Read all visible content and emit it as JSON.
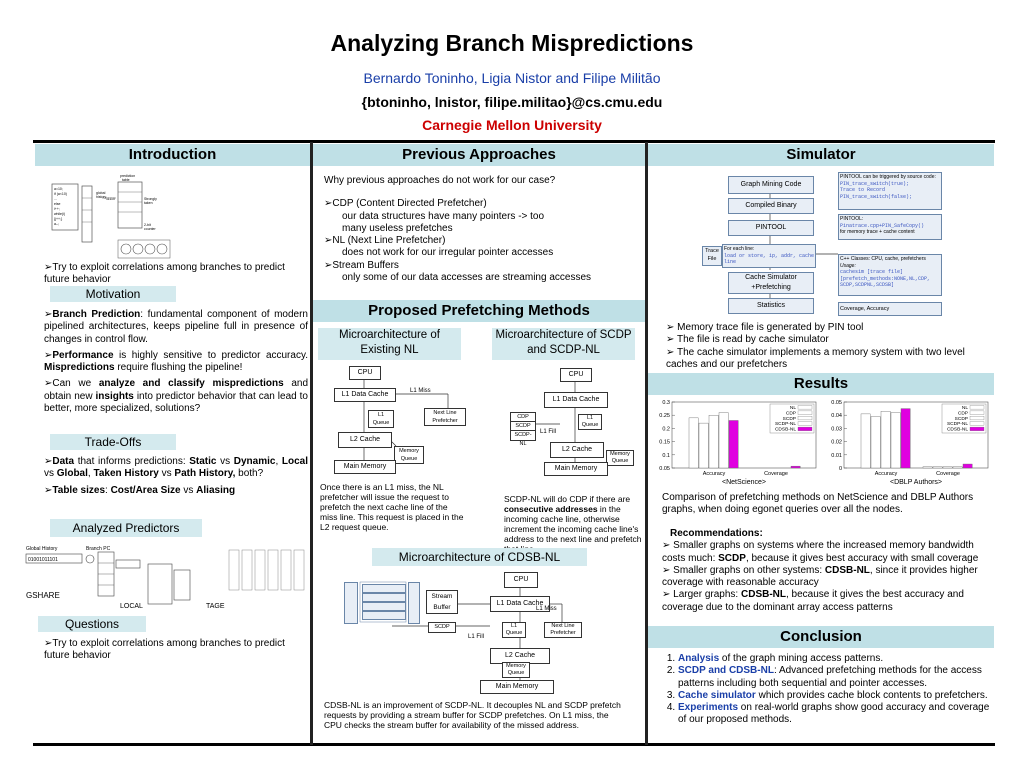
{
  "header": {
    "title": "Analyzing Branch Mispredictions",
    "authors": "Bernardo Toninho, Ligia Nistor and Filipe Militão",
    "emails": "{btoninho, lnistor, filipe.militao}@cs.cmu.edu",
    "university": "Carnegie Mellon University"
  },
  "intro": {
    "title": "Introduction",
    "bullet1": "Try to exploit correlations among branches to predict future behavior",
    "motivation_title": "Motivation",
    "m1_b": "Branch Prediction",
    "m1_t": ": fundamental component of modern pipelined architectures, keeps pipeline full in presence of changes in control flow.",
    "m2_b": "Performance",
    "m2_t": " is highly sensitive to predictor accuracy. ",
    "m2_b2": "Mispredictions",
    "m2_t2": " require flushing the pipeline!",
    "m3_t": "Can we ",
    "m3_b": "analyze and classify mispredictions",
    "m3_t2": " and obtain new ",
    "m3_b2": "insights",
    "m3_t3": " into predictor behavior that can lead to better, more specialized, solutions?",
    "tradeoffs_title": "Trade-Offs",
    "t1_b1": "Data",
    "t1_t1": " that informs predictions: ",
    "t1_b2": "Static",
    "t1_t2": " vs ",
    "t1_b3": "Dynamic",
    "t1_t3": ", ",
    "t1_b4": "Local",
    "t1_t4": " vs ",
    "t1_b5": "Global",
    "t1_t5": ", ",
    "t1_b6": "Taken History",
    "t1_t6": " vs ",
    "t1_b7": "Path History,",
    "t1_t7": " both?",
    "t2_b1": "Table sizes",
    "t2_t1": ": ",
    "t2_b2": "Cost/Area Size",
    "t2_t2": " vs ",
    "t2_b3": "Aliasing",
    "analyzed_title": "Analyzed Predictors",
    "gshare_label": "GSHARE",
    "local_label": "LOCAL",
    "tage_label": "TAGE",
    "global_history": "Global History",
    "history_bits": "01001011101",
    "branch_pc": "Branch PC",
    "questions_title": "Questions",
    "q1": "Try to exploit correlations among branches to predict future behavior"
  },
  "previous": {
    "title": "Previous Approaches",
    "question": "Why previous approaches do not work for our case?",
    "cdp": "CDP (Content Directed Prefetcher)",
    "cdp_d1": "our data structures have many pointers -> too",
    "cdp_d2": "many useless prefetches",
    "nl": "NL (Next Line Prefetcher)",
    "nl_d": "does not work for our irregular pointer accesses",
    "sb": "Stream Buffers",
    "sb_d": "only some of our data accesses are streaming accesses"
  },
  "proposed": {
    "title": "Proposed Prefetching Methods",
    "sub_nl": "Microarchitecture of Existing NL",
    "sub_scdp": "Microarchitecture of SCDP and SCDP-NL",
    "cpu": "CPU",
    "l1": "L1 Data Cache",
    "l1_queue": "L1 Queue",
    "l1_miss": "L1 Miss",
    "nl_pref": "Next Line Prefetcher",
    "l2": "L2 Cache",
    "mem_queue": "Memory Queue",
    "main_mem": "Main Memory",
    "cdp": "CDP",
    "scdp": "SCDP",
    "scdp_nl": "SCDP-NL",
    "l1_fill": "L1 Fill",
    "stream_buffer": "Stream Buffer",
    "cap_nl": "Once there is an L1 miss, the NL prefetcher will issue the request to prefetch the next cache line of the miss line. This request is placed in the L2 request queue.",
    "cap_scdp_1": "SCDP-NL will do CDP if there are ",
    "cap_scdp_b": "consecutive addresses",
    "cap_scdp_2": " in the incoming cache line, otherwise increment the incoming cache line's address to the next line and prefetch that line.",
    "sub_cdsb": "Microarchitecture of CDSB-NL",
    "cap_cdsb": "CDSB-NL is an improvement of SCDP-NL. It decouples NL and SCDP prefetch requests by providing a stream buffer for SCDP prefetches. On L1 miss, the CPU checks the stream buffer for availability of the missed address."
  },
  "simulator": {
    "title": "Simulator",
    "graph_mining": "Graph Mining Code",
    "compiled": "Compiled Binary",
    "pintool": "PINTOOL",
    "trace_file": "Trace File",
    "cache_sim": "Cache Simulator +Prefetching",
    "statistics": "Statistics",
    "note1_t": "PINTOOL can be triggered by source code:",
    "note1_c1": "PIN_trace_switch(true);",
    "note1_c2": "Trace to Record",
    "note1_c3": "PIN_trace_switch(false);",
    "note2_t": "PINTOOL:",
    "note2_c": "Pinatrace.cpp+PIN_SafeCopy()",
    "note2_t2": "for memory trace + cache content",
    "note3_t": "For each line:",
    "note3_c": "load or store, ip, addr, cache line",
    "note4_t": "C++ Classes: CPU, cache, prefetchers",
    "note4_u": "Usage:",
    "note4_c": "cachesim [trace file] [prefetch_methods:NONE,NL,CDP, SCDP,SCDPNL,SCDSB]",
    "note5": "Coverage, Accuracy",
    "b1": "Memory trace file is generated by PIN tool",
    "b2": "The file is read by cache simulator",
    "b3": "The cache simulator implements a memory system with two level caches and our prefetchers"
  },
  "results": {
    "title": "Results",
    "comparison": "Comparison of prefetching methods on NetScience and DBLP Authors graphs, when doing egonet queries over all the nodes.",
    "rec_title": "Recommendations:",
    "r1_t": "Smaller graphs on systems where the increased memory bandwidth costs much: ",
    "r1_b": "SCDP",
    "r1_t2": ", because it gives best accuracy with small coverage",
    "r2_t": "Smaller graphs on other systems: ",
    "r2_b": "CDSB-NL",
    "r2_t2": ", since it provides higher coverage with reasonable accuracy",
    "r3_t": "Larger graphs: ",
    "r3_b": "CDSB-NL",
    "r3_t2": ", because it gives the best accuracy and coverage due to the dominant array access patterns"
  },
  "conclusion": {
    "title": "Conclusion",
    "c1_k": "Analysis",
    "c1_t": " of the graph mining access patterns.",
    "c2_k": "SCDP and CDSB-NL",
    "c2_t": ": Advanced prefetching methods for the access patterns including both sequential and pointer accesses.",
    "c3_k": "Cache simulator",
    "c3_t": " which provides cache block contents to prefetchers.",
    "c4_k": "Experiments",
    "c4_t": " on real-world graphs show good accuracy and coverage of our proposed methods."
  },
  "chart_data": [
    {
      "type": "bar",
      "title": "",
      "xlabel": "<NetScience>",
      "categories": [
        "Accuracy",
        "Coverage"
      ],
      "ylim": [
        0.05,
        0.3
      ],
      "yticks": [
        "0.05",
        "0.1",
        "0.15",
        "0.2",
        "0.25",
        "0.3"
      ],
      "legend": "top-right",
      "series": [
        {
          "name": "NL",
          "color": "#ffffff",
          "values": [
            0.24,
            0.05
          ]
        },
        {
          "name": "CDP",
          "color": "#ffffff",
          "values": [
            0.22,
            0.05
          ]
        },
        {
          "name": "SCDP",
          "color": "#ffffff",
          "values": [
            0.25,
            0.05
          ]
        },
        {
          "name": "SCDP-NL",
          "color": "#ffffff",
          "values": [
            0.26,
            0.05
          ]
        },
        {
          "name": "CDSB-NL",
          "color": "#e000e0",
          "values": [
            0.23,
            0.057
          ]
        }
      ]
    },
    {
      "type": "bar",
      "title": "",
      "xlabel": "<DBLP Authors>",
      "categories": [
        "Accuracy",
        "Coverage"
      ],
      "ylim": [
        0,
        0.05
      ],
      "yticks": [
        "0",
        "0.01",
        "0.02",
        "0.03",
        "0.04",
        "0.05"
      ],
      "legend": "top-right",
      "series": [
        {
          "name": "NL",
          "color": "#ffffff",
          "values": [
            0.041,
            0.001
          ]
        },
        {
          "name": "CDP",
          "color": "#ffffff",
          "values": [
            0.039,
            0.001
          ]
        },
        {
          "name": "SCDP",
          "color": "#ffffff",
          "values": [
            0.043,
            0.001
          ]
        },
        {
          "name": "SCDP-NL",
          "color": "#ffffff",
          "values": [
            0.042,
            0.001
          ]
        },
        {
          "name": "CDSB-NL",
          "color": "#e000e0",
          "values": [
            0.045,
            0.003
          ]
        }
      ]
    }
  ]
}
